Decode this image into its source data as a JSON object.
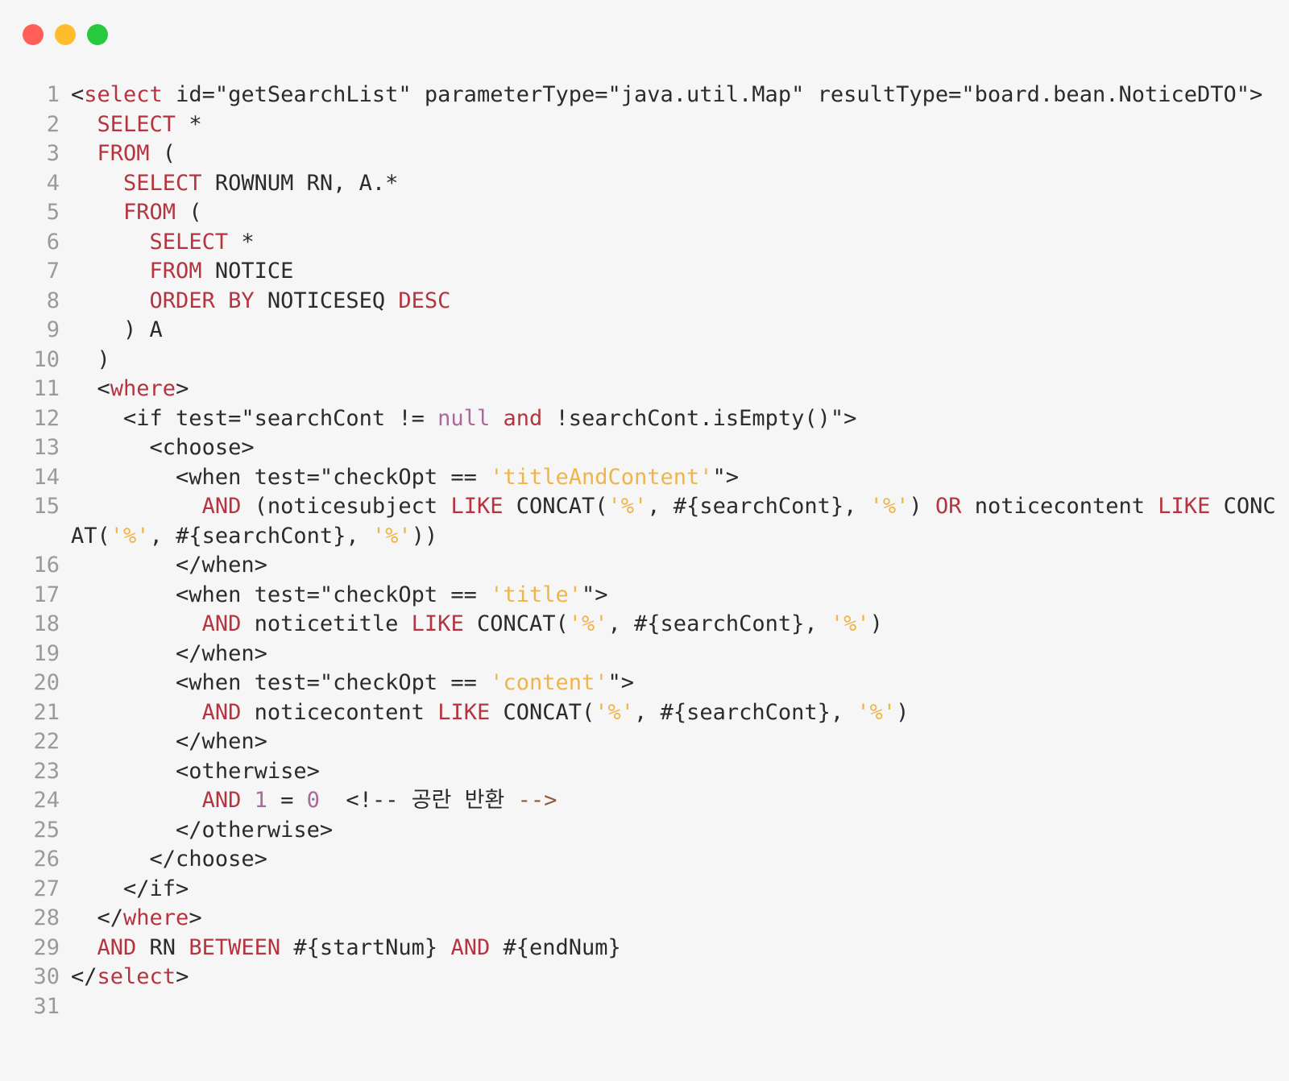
{
  "window_controls": {
    "close": "close",
    "minimize": "minimize",
    "zoom": "zoom",
    "colors": {
      "close": "#ff5f56",
      "minimize": "#ffbd2e",
      "zoom": "#27c93f"
    }
  },
  "syntax_colors": {
    "keyword": "#b4343f",
    "string": "#f0b449",
    "literal": "#a8699b",
    "comment": "#8e5a3d",
    "text": "#2b2b2b",
    "line_number": "#9a9a9a",
    "background": "#f6f6f6"
  },
  "code_lines": [
    {
      "num": "1",
      "tokens": [
        {
          "t": "<"
        },
        {
          "t": "select",
          "c": "k"
        },
        {
          "t": " id=\"getSearchList\" parameterType=\"java.util.Map\" resultType=\"board.bean.NoticeDTO\">"
        }
      ]
    },
    {
      "num": "2",
      "tokens": [
        {
          "t": "  "
        },
        {
          "t": "SELECT",
          "c": "k"
        },
        {
          "t": " *"
        }
      ]
    },
    {
      "num": "3",
      "tokens": [
        {
          "t": "  "
        },
        {
          "t": "FROM",
          "c": "k"
        },
        {
          "t": " ("
        }
      ]
    },
    {
      "num": "4",
      "tokens": [
        {
          "t": "    "
        },
        {
          "t": "SELECT",
          "c": "k"
        },
        {
          "t": " ROWNUM RN, A.*"
        }
      ]
    },
    {
      "num": "5",
      "tokens": [
        {
          "t": "    "
        },
        {
          "t": "FROM",
          "c": "k"
        },
        {
          "t": " ("
        }
      ]
    },
    {
      "num": "6",
      "tokens": [
        {
          "t": "      "
        },
        {
          "t": "SELECT",
          "c": "k"
        },
        {
          "t": " *"
        }
      ]
    },
    {
      "num": "7",
      "tokens": [
        {
          "t": "      "
        },
        {
          "t": "FROM",
          "c": "k"
        },
        {
          "t": " NOTICE"
        }
      ]
    },
    {
      "num": "8",
      "tokens": [
        {
          "t": "      "
        },
        {
          "t": "ORDER BY",
          "c": "k"
        },
        {
          "t": " NOTICESEQ "
        },
        {
          "t": "DESC",
          "c": "k"
        }
      ]
    },
    {
      "num": "9",
      "tokens": [
        {
          "t": "    ) A"
        }
      ]
    },
    {
      "num": "10",
      "tokens": [
        {
          "t": "  )"
        }
      ]
    },
    {
      "num": "11",
      "tokens": [
        {
          "t": "  <"
        },
        {
          "t": "where",
          "c": "k"
        },
        {
          "t": ">"
        }
      ]
    },
    {
      "num": "12",
      "tokens": [
        {
          "t": "    <if test=\"searchCont != "
        },
        {
          "t": "null",
          "c": "n"
        },
        {
          "t": " "
        },
        {
          "t": "and",
          "c": "k"
        },
        {
          "t": " !searchCont.isEmpty()\">"
        }
      ]
    },
    {
      "num": "13",
      "tokens": [
        {
          "t": "      <choose>"
        }
      ]
    },
    {
      "num": "14",
      "tokens": [
        {
          "t": "        <when test=\"checkOpt == "
        },
        {
          "t": "'titleAndContent'",
          "c": "s"
        },
        {
          "t": "\">"
        }
      ]
    },
    {
      "num": "15",
      "tokens": [
        {
          "t": "          "
        },
        {
          "t": "AND",
          "c": "k"
        },
        {
          "t": " (noticesubject "
        },
        {
          "t": "LIKE",
          "c": "k"
        },
        {
          "t": " CONCAT("
        },
        {
          "t": "'%'",
          "c": "s"
        },
        {
          "t": ", #{searchCont}, "
        },
        {
          "t": "'%'",
          "c": "s"
        },
        {
          "t": ") "
        },
        {
          "t": "OR",
          "c": "k"
        },
        {
          "t": " noticecontent "
        },
        {
          "t": "LIKE",
          "c": "k"
        },
        {
          "t": " CONCAT("
        },
        {
          "t": "'%'",
          "c": "s"
        },
        {
          "t": ", #{searchCont}, "
        },
        {
          "t": "'%'",
          "c": "s"
        },
        {
          "t": "))"
        }
      ]
    },
    {
      "num": "16",
      "tokens": [
        {
          "t": "        </when>"
        }
      ]
    },
    {
      "num": "17",
      "tokens": [
        {
          "t": "        <when test=\"checkOpt == "
        },
        {
          "t": "'title'",
          "c": "s"
        },
        {
          "t": "\">"
        }
      ]
    },
    {
      "num": "18",
      "tokens": [
        {
          "t": "          "
        },
        {
          "t": "AND",
          "c": "k"
        },
        {
          "t": " noticetitle "
        },
        {
          "t": "LIKE",
          "c": "k"
        },
        {
          "t": " CONCAT("
        },
        {
          "t": "'%'",
          "c": "s"
        },
        {
          "t": ", #{searchCont}, "
        },
        {
          "t": "'%'",
          "c": "s"
        },
        {
          "t": ")"
        }
      ]
    },
    {
      "num": "19",
      "tokens": [
        {
          "t": "        </when>"
        }
      ]
    },
    {
      "num": "20",
      "tokens": [
        {
          "t": "        <when test=\"checkOpt == "
        },
        {
          "t": "'content'",
          "c": "s"
        },
        {
          "t": "\">"
        }
      ]
    },
    {
      "num": "21",
      "tokens": [
        {
          "t": "          "
        },
        {
          "t": "AND",
          "c": "k"
        },
        {
          "t": " noticecontent "
        },
        {
          "t": "LIKE",
          "c": "k"
        },
        {
          "t": " CONCAT("
        },
        {
          "t": "'%'",
          "c": "s"
        },
        {
          "t": ", #{searchCont}, "
        },
        {
          "t": "'%'",
          "c": "s"
        },
        {
          "t": ")"
        }
      ]
    },
    {
      "num": "22",
      "tokens": [
        {
          "t": "        </when>"
        }
      ]
    },
    {
      "num": "23",
      "tokens": [
        {
          "t": "        <otherwise>"
        }
      ]
    },
    {
      "num": "24",
      "tokens": [
        {
          "t": "          "
        },
        {
          "t": "AND",
          "c": "k"
        },
        {
          "t": " "
        },
        {
          "t": "1",
          "c": "n"
        },
        {
          "t": " = "
        },
        {
          "t": "0",
          "c": "n"
        },
        {
          "t": "  <!-- 공란 반환 "
        },
        {
          "t": "-->",
          "c": "c"
        }
      ]
    },
    {
      "num": "25",
      "tokens": [
        {
          "t": "        </otherwise>"
        }
      ]
    },
    {
      "num": "26",
      "tokens": [
        {
          "t": "      </choose>"
        }
      ]
    },
    {
      "num": "27",
      "tokens": [
        {
          "t": "    </if>"
        }
      ]
    },
    {
      "num": "28",
      "tokens": [
        {
          "t": "  </"
        },
        {
          "t": "where",
          "c": "k"
        },
        {
          "t": ">"
        }
      ]
    },
    {
      "num": "29",
      "tokens": [
        {
          "t": "  "
        },
        {
          "t": "AND",
          "c": "k"
        },
        {
          "t": " RN "
        },
        {
          "t": "BETWEEN",
          "c": "k"
        },
        {
          "t": " #{startNum} "
        },
        {
          "t": "AND",
          "c": "k"
        },
        {
          "t": " #{endNum}"
        }
      ]
    },
    {
      "num": "30",
      "tokens": [
        {
          "t": "</"
        },
        {
          "t": "select",
          "c": "k"
        },
        {
          "t": ">"
        }
      ]
    },
    {
      "num": "31",
      "tokens": []
    }
  ]
}
